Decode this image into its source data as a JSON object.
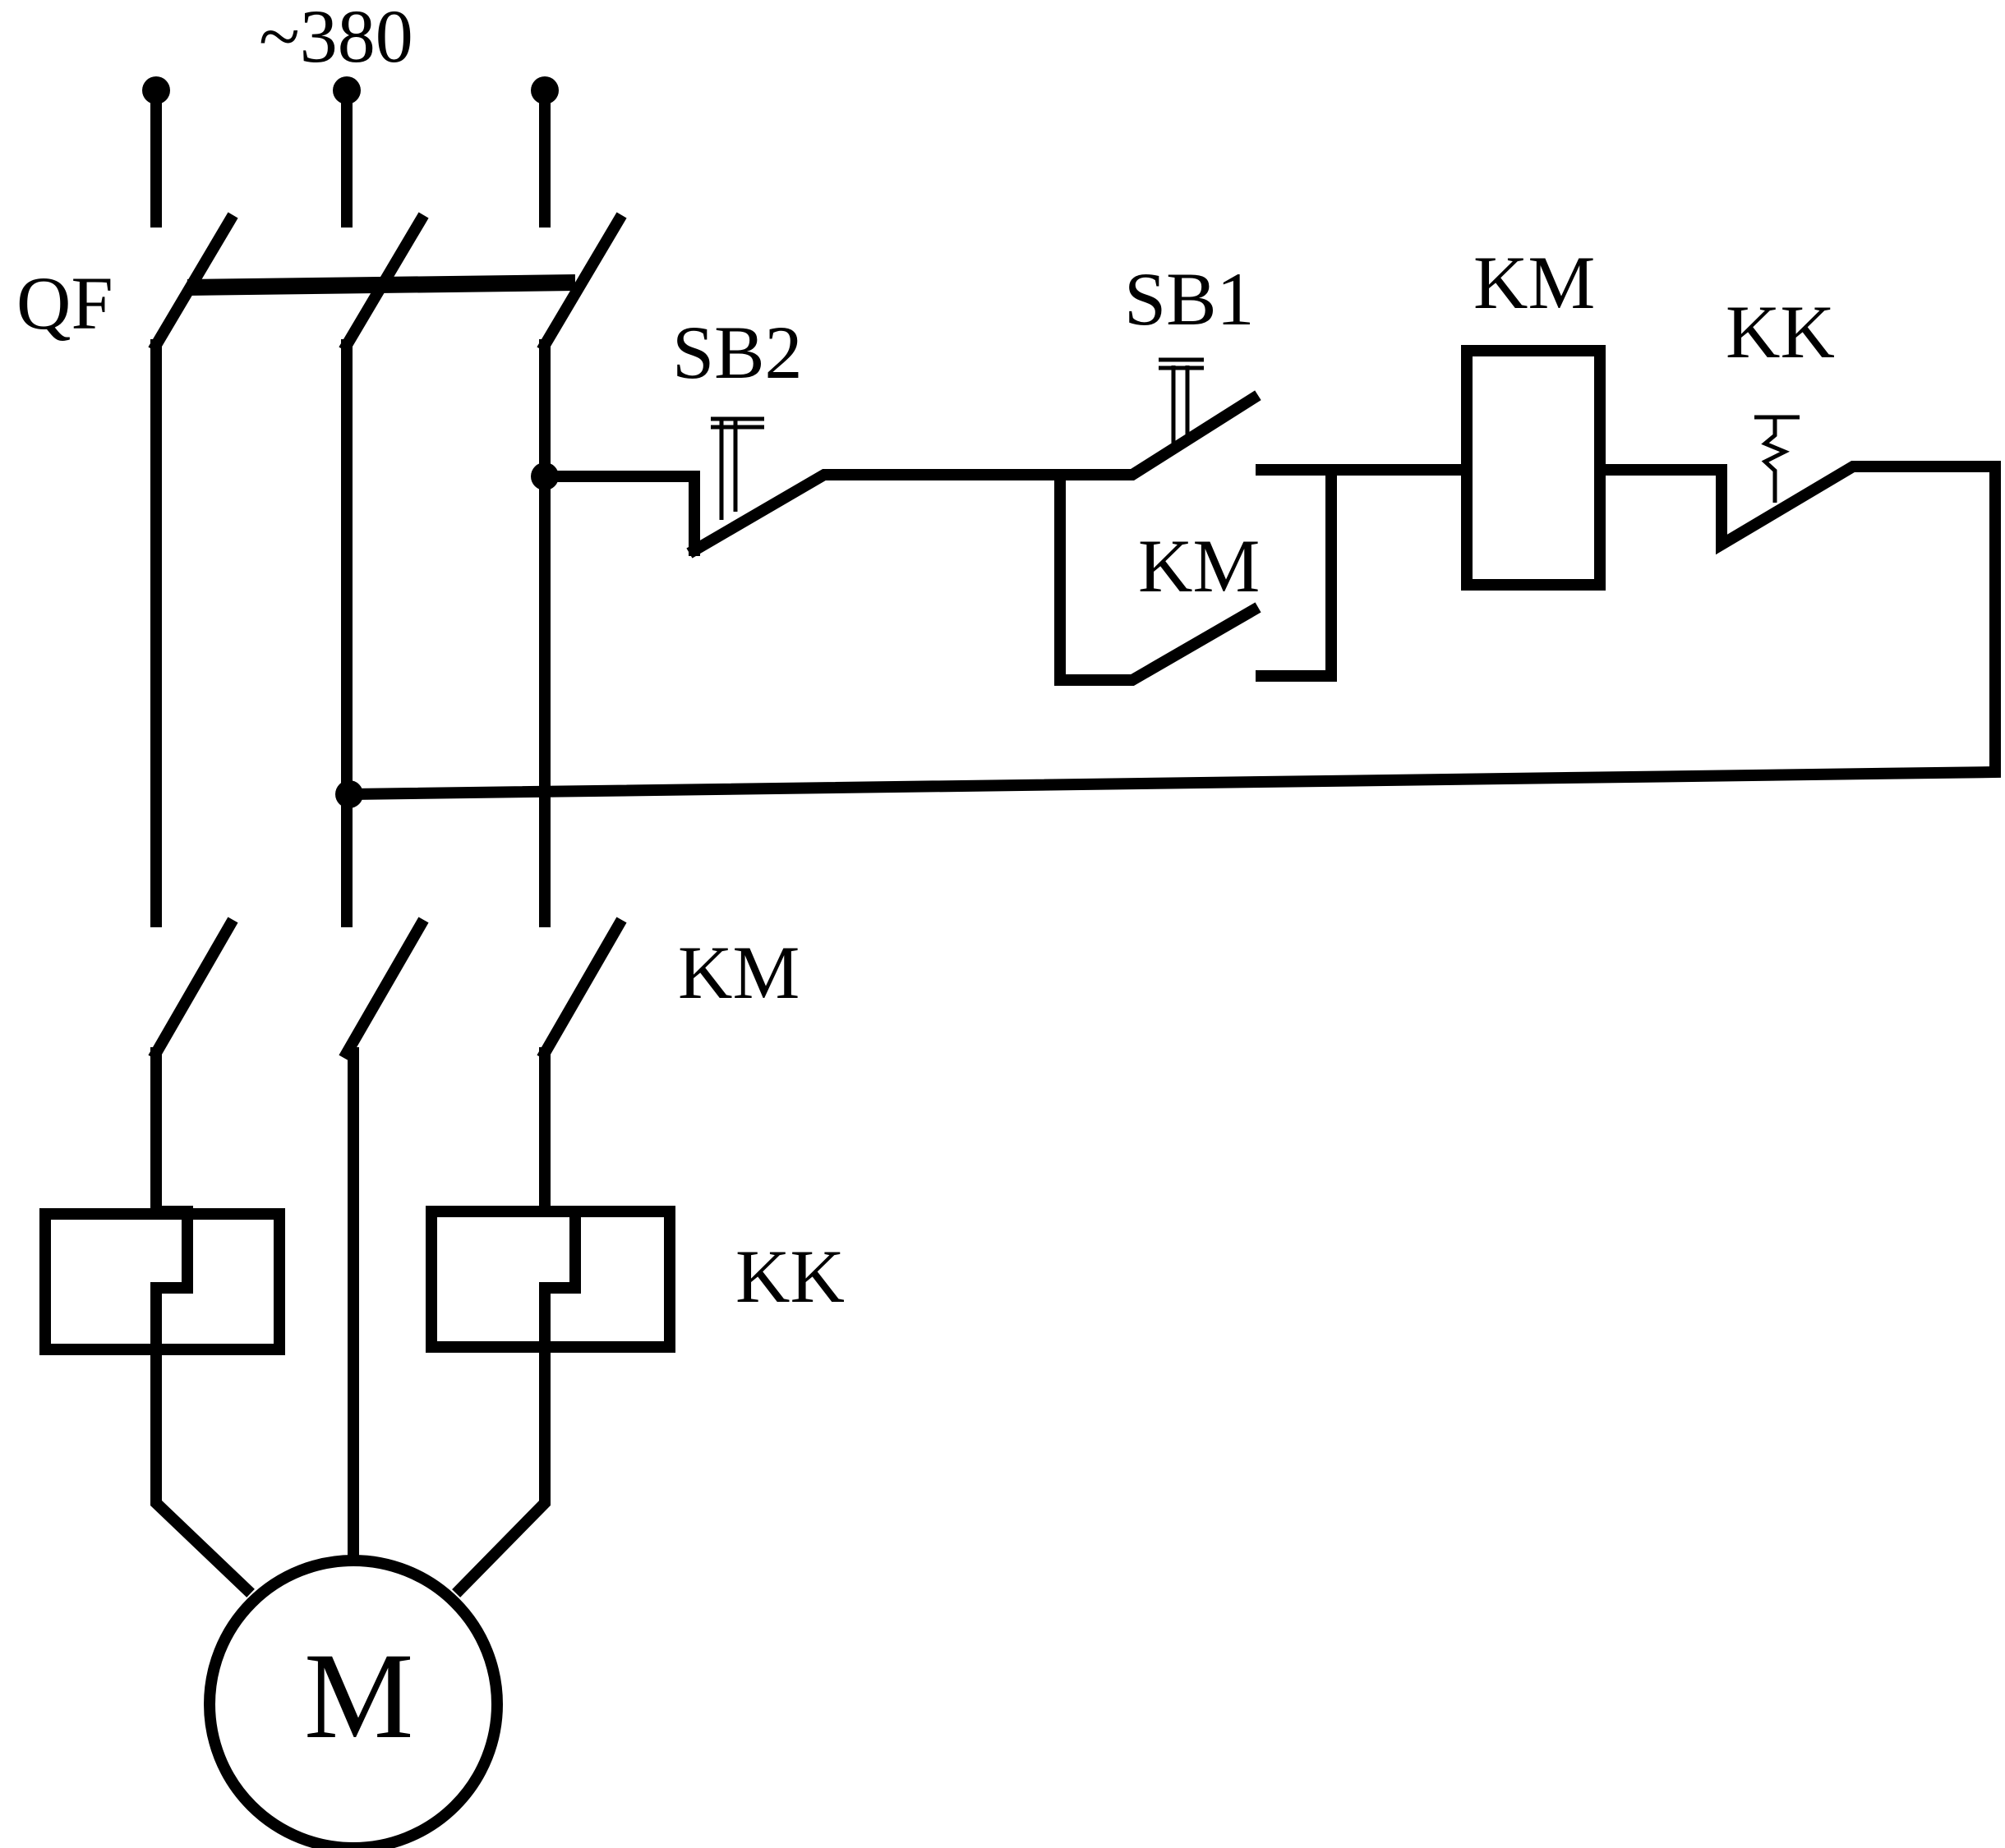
{
  "supply": {
    "voltage": "~380"
  },
  "labels": {
    "breaker": "QF",
    "stop_button": "SB2",
    "start_button": "SB1",
    "coil": "KM",
    "overload_control_contact": "KK",
    "holding_contact": "KM",
    "main_contacts": "KM",
    "overload_relay": "KK",
    "motor": "M"
  }
}
